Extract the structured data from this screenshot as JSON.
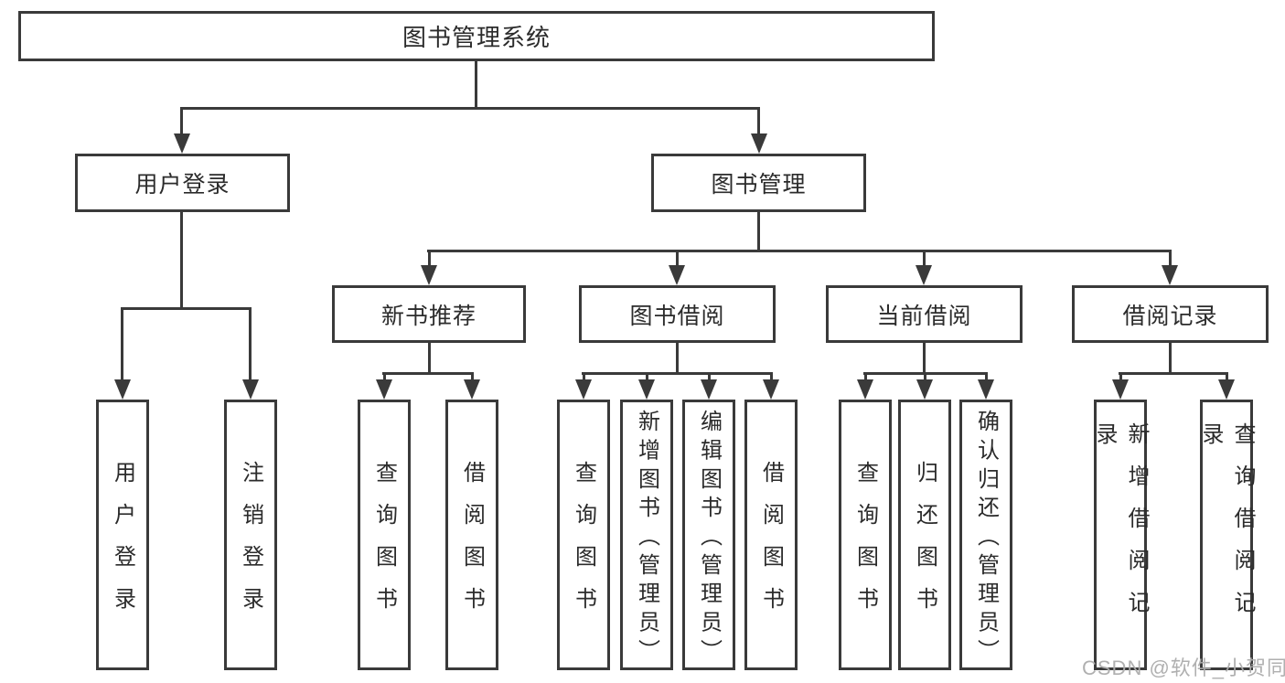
{
  "tree": {
    "label": "图书管理系统",
    "children": [
      {
        "label": "用户登录",
        "children": [
          {
            "label": "用户登录"
          },
          {
            "label": "注销登录"
          }
        ]
      },
      {
        "label": "图书管理",
        "children": [
          {
            "label": "新书推荐",
            "children": [
              {
                "label": "查询图书"
              },
              {
                "label": "借阅图书"
              }
            ]
          },
          {
            "label": "图书借阅",
            "children": [
              {
                "label": "查询图书"
              },
              {
                "label": "新增图书（管理员）"
              },
              {
                "label": "编辑图书（管理员）"
              },
              {
                "label": "借阅图书"
              }
            ]
          },
          {
            "label": "当前借阅",
            "children": [
              {
                "label": "查询图书"
              },
              {
                "label": "归还图书"
              },
              {
                "label": "确认归还（管理员）"
              }
            ]
          },
          {
            "label": "借阅记录",
            "children": [
              {
                "label": "新增借阅记录"
              },
              {
                "label": "查询借阅记录"
              }
            ]
          }
        ]
      }
    ]
  },
  "watermark": {
    "text": "CSDN @软件_小贺同学"
  },
  "colors": {
    "line": "#3a3a3a",
    "text": "#2b2b2b",
    "background": "#ffffff",
    "watermark": "#acacac"
  }
}
